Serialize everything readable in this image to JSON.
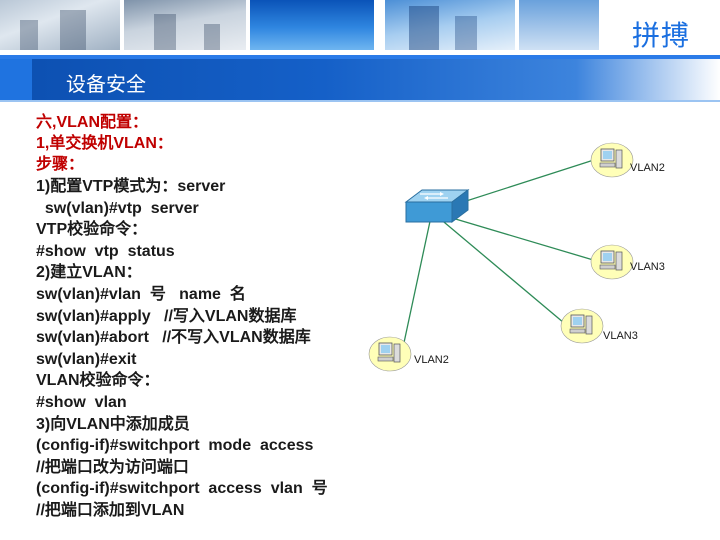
{
  "header": {
    "brand": "拼搏",
    "title": "设备安全"
  },
  "content": {
    "lines": [
      {
        "text": "六,VLAN配置：",
        "color": "red"
      },
      {
        "text": "1,单交换机VLAN：",
        "color": "red"
      },
      {
        "text": "步骤：",
        "color": "red"
      },
      {
        "text": "1)配置VTP模式为：server",
        "color": "dark"
      },
      {
        "text": "  sw(vlan)#vtp  server",
        "color": "dark"
      },
      {
        "text": "VTP校验命令：",
        "color": "dark"
      },
      {
        "text": "#show  vtp  status",
        "color": "dark"
      },
      {
        "text": "2)建立VLAN：",
        "color": "dark"
      },
      {
        "text": "sw(vlan)#vlan  号   name  名",
        "color": "dark"
      },
      {
        "text": "sw(vlan)#apply   //写入VLAN数据库",
        "color": "dark"
      },
      {
        "text": "sw(vlan)#abort   //不写入VLAN数据库",
        "color": "dark"
      },
      {
        "text": "sw(vlan)#exit",
        "color": "dark"
      },
      {
        "text": "VLAN校验命令：",
        "color": "dark"
      },
      {
        "text": "#show  vlan",
        "color": "dark"
      },
      {
        "text": "3)向VLAN中添加成员",
        "color": "dark"
      },
      {
        "text": "(config-if)#switchport  mode  access",
        "color": "dark"
      },
      {
        "text": "//把端口改为访问端口",
        "color": "dark"
      },
      {
        "text": "(config-if)#switchport  access  vlan  号",
        "color": "dark"
      },
      {
        "text": "//把端口添加到VLAN",
        "color": "dark"
      }
    ]
  },
  "diagram": {
    "nodes": [
      {
        "label": "VLAN2"
      },
      {
        "label": "VLAN3"
      },
      {
        "label": "VLAN3"
      },
      {
        "label": "VLAN2"
      }
    ]
  },
  "colors": {
    "accent": "#1560c8",
    "red_text": "#c00000",
    "node_fill": "#ffffb8",
    "switch": "#4ba3d8"
  }
}
